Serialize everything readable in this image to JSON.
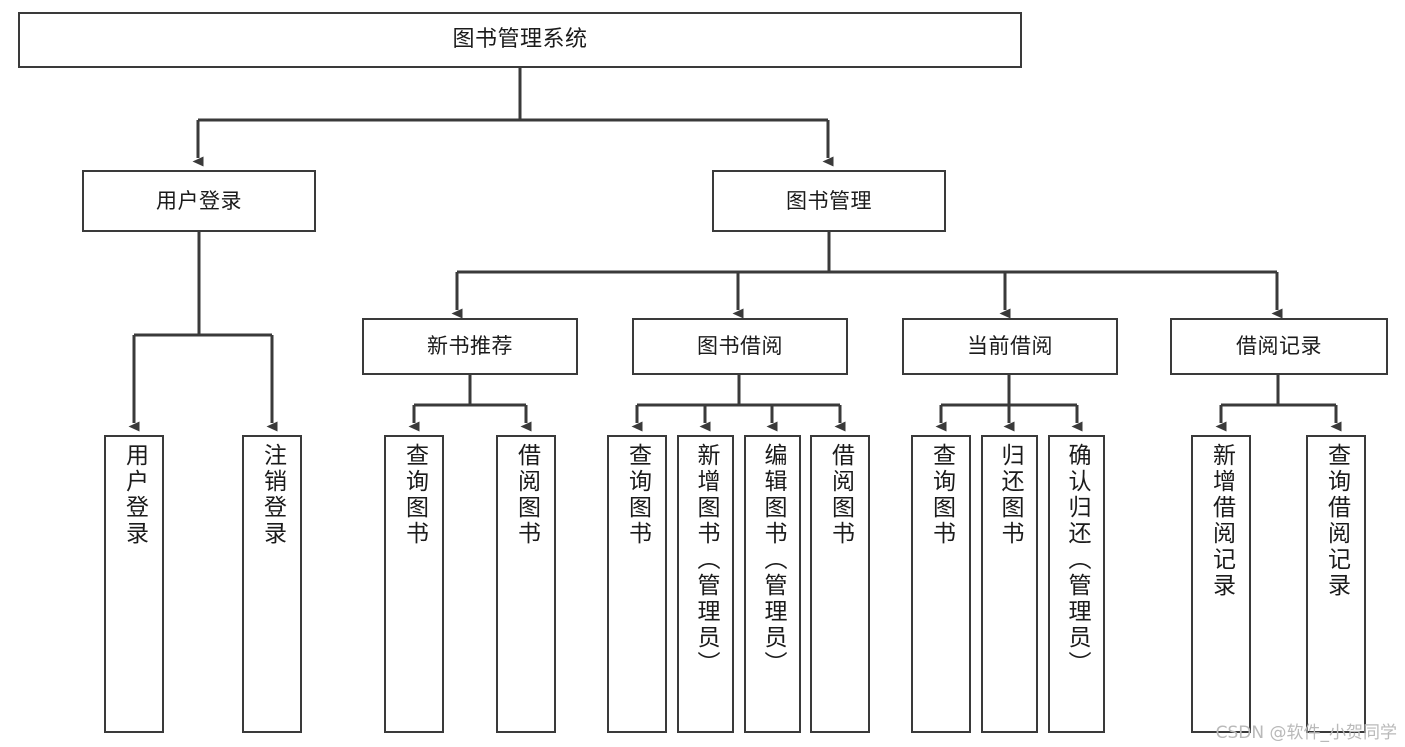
{
  "diagram": {
    "title": "图书管理系统",
    "type": "tree-hierarchy",
    "colors": {
      "box_border": "#3a3a3a",
      "box_fill": "#ffffff",
      "edge": "#3a3a3a",
      "text": "#1b1b1b",
      "watermark": "#b9b9b9",
      "background": "#ffffff"
    }
  },
  "root": {
    "label": "图书管理系统"
  },
  "level2": [
    {
      "label": "用户登录"
    },
    {
      "label": "图书管理"
    }
  ],
  "level3": [
    {
      "label": "新书推荐"
    },
    {
      "label": "图书借阅"
    },
    {
      "label": "当前借阅"
    },
    {
      "label": "借阅记录"
    }
  ],
  "leaves": {
    "user_login": [
      {
        "label": "用户登录"
      },
      {
        "label": "注销登录"
      }
    ],
    "new_book": [
      {
        "label": "查询图书"
      },
      {
        "label": "借阅图书"
      }
    ],
    "book_borrow": [
      {
        "label": "查询图书"
      },
      {
        "label": "新增图书（管理员）"
      },
      {
        "label": "编辑图书（管理员）"
      },
      {
        "label": "借阅图书"
      }
    ],
    "current_borrow": [
      {
        "label": "查询图书"
      },
      {
        "label": "归还图书"
      },
      {
        "label": "确认归还（管理员）"
      }
    ],
    "borrow_record": [
      {
        "label": "新增借阅记录"
      },
      {
        "label": "查询借阅记录"
      }
    ]
  },
  "watermark": {
    "text": "CSDN @软件_小贺同学"
  }
}
